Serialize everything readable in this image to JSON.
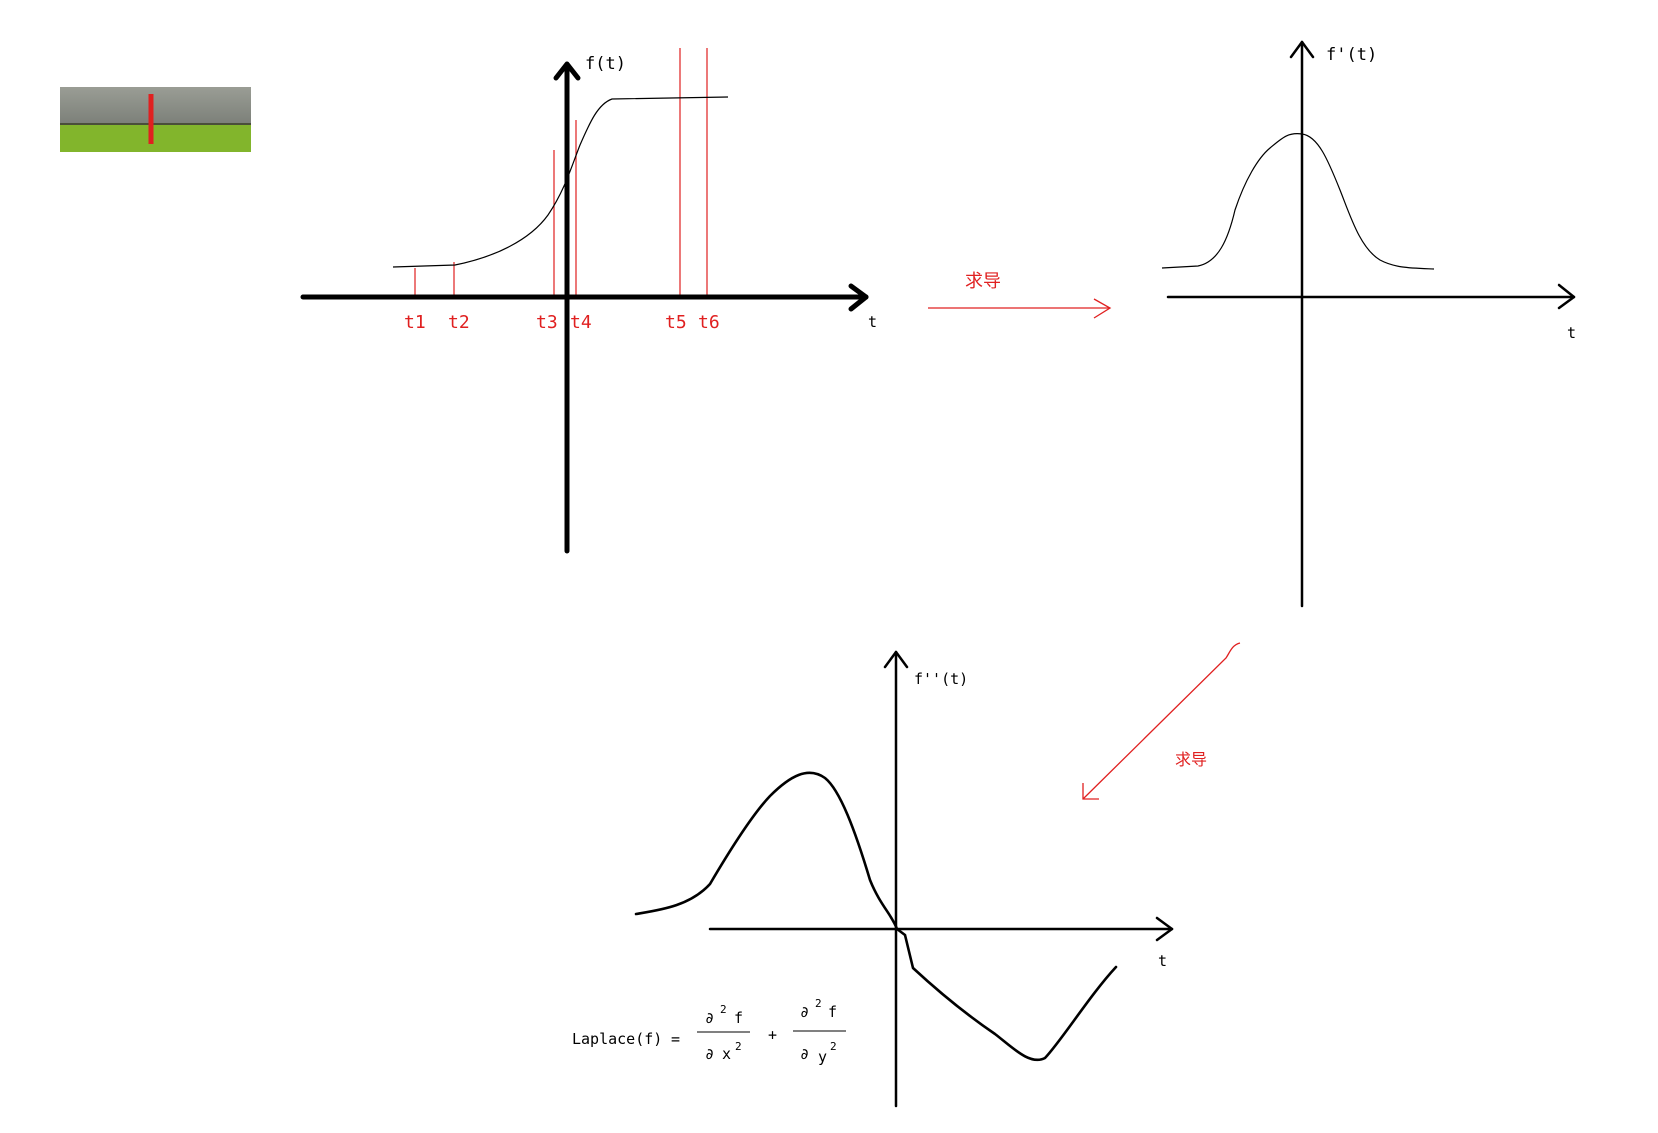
{
  "thumbnail": {
    "top_color": "#8a8f85",
    "bottom_color": "#7fb629",
    "marker_color": "#e02020"
  },
  "graph1": {
    "y_label": "f(t)",
    "x_label": "t",
    "ticks": [
      "t1",
      "t2",
      "t3",
      "t4",
      "t5",
      "t6"
    ],
    "marker_color": "#e02020"
  },
  "arrow1": {
    "label": "求导",
    "color": "#e02020"
  },
  "graph2": {
    "y_label": "f'(t)",
    "x_label": "t"
  },
  "arrow2": {
    "label": "求导",
    "color": "#e02020"
  },
  "graph3": {
    "y_label": "f''(t)",
    "x_label": "t"
  },
  "equation": {
    "lhs": "Laplace(f)",
    "equals": "=",
    "plus": "+",
    "partial": "∂",
    "exp": "2",
    "num_var": "f",
    "den1": "x",
    "den2": "y"
  }
}
